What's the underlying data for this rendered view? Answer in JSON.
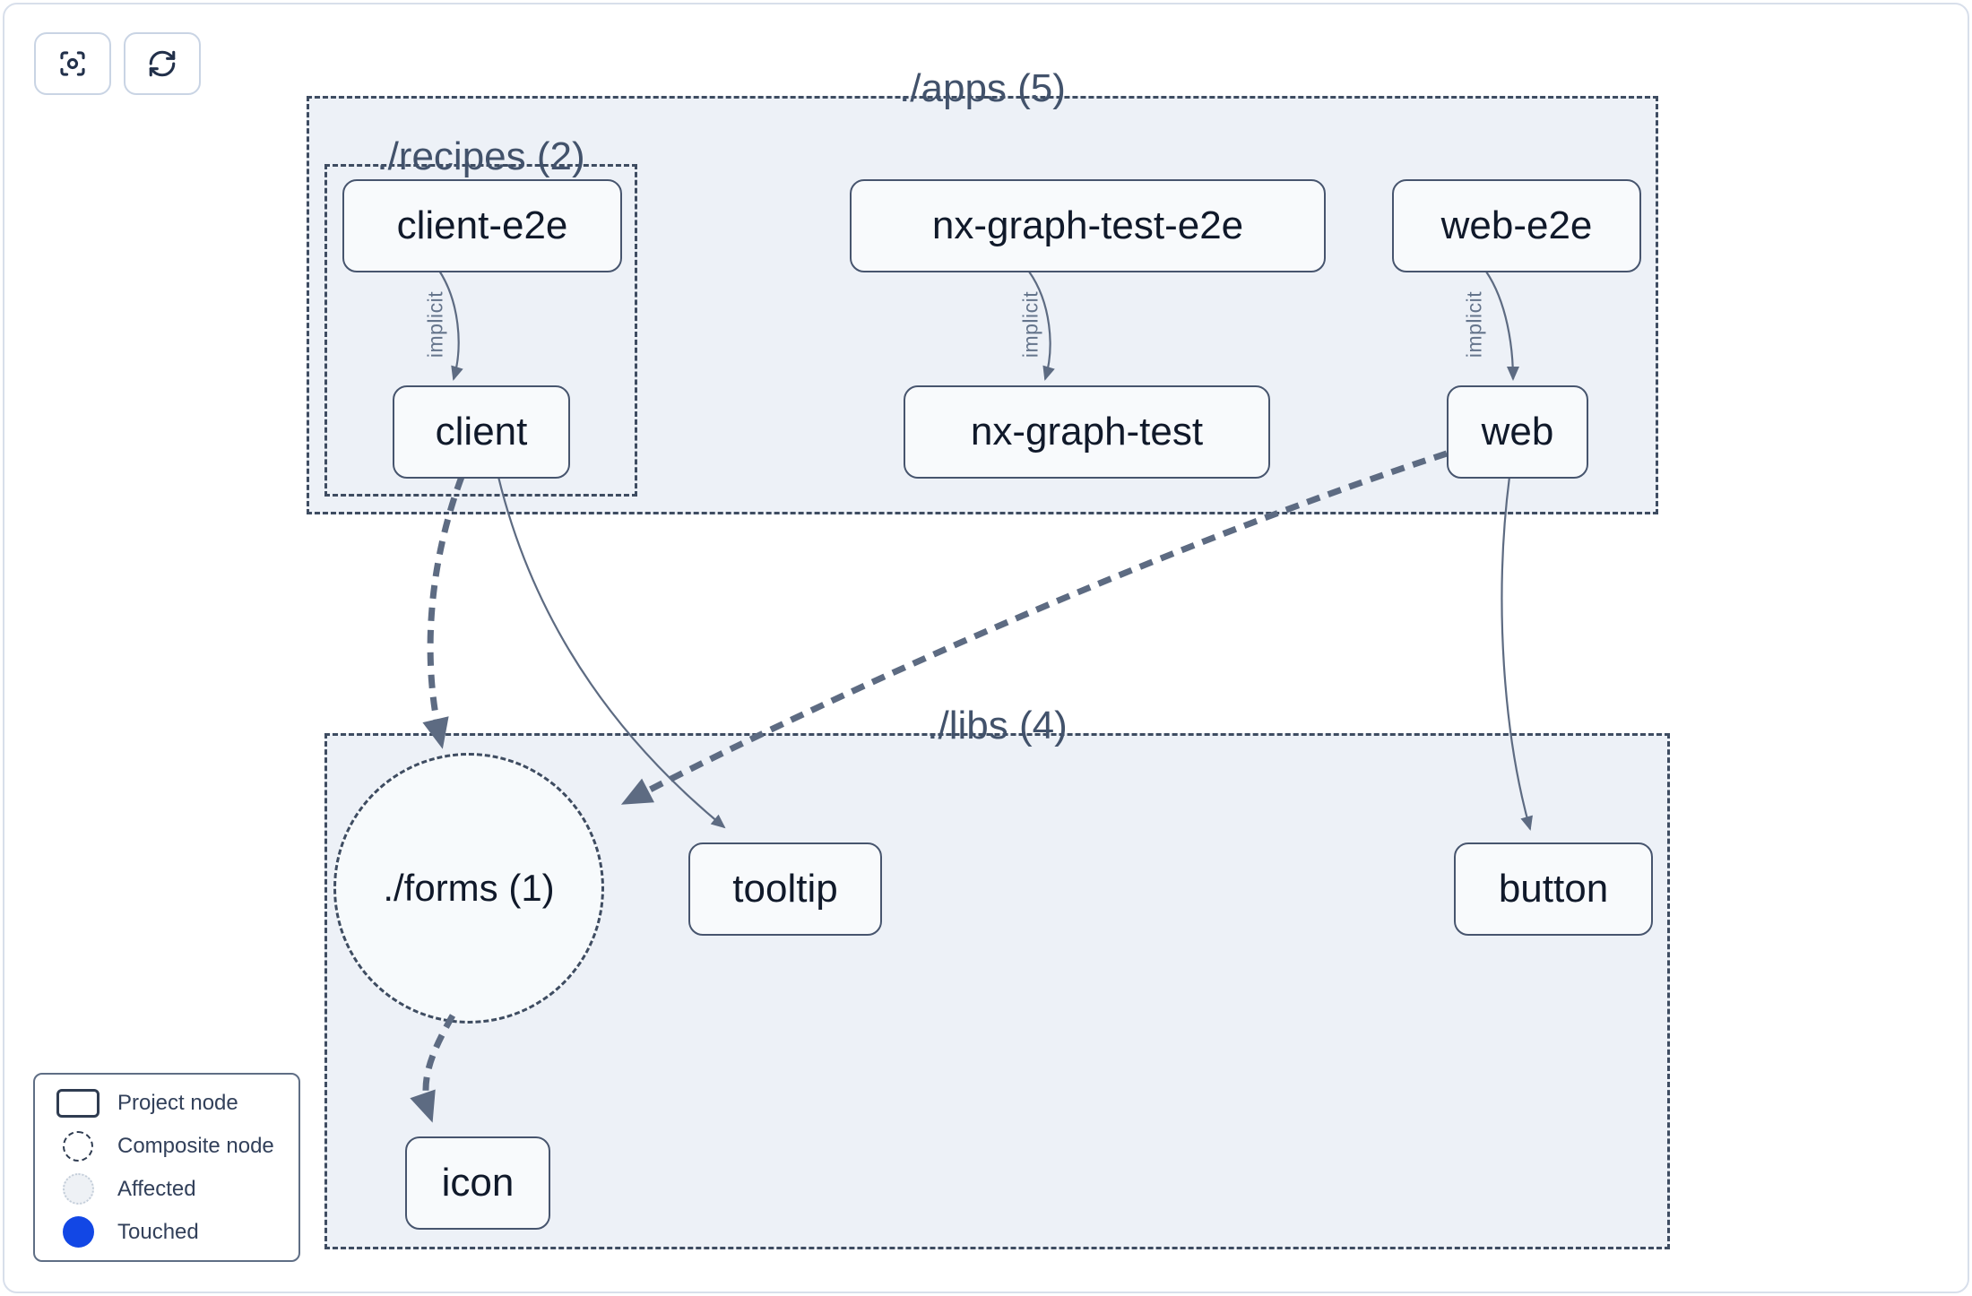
{
  "toolbar": {
    "focus_button": {
      "icon": "focus-icon"
    },
    "refresh_button": {
      "icon": "refresh-icon"
    }
  },
  "groups": {
    "apps": {
      "label": "./apps (5)"
    },
    "recipes": {
      "label": "./recipes (2)"
    },
    "libs": {
      "label": "./libs (4)"
    }
  },
  "composite_nodes": {
    "forms": {
      "label": "./forms (1)"
    }
  },
  "nodes": {
    "client_e2e": {
      "label": "client-e2e"
    },
    "client": {
      "label": "client"
    },
    "nx_graph_test_e2e": {
      "label": "nx-graph-test-e2e"
    },
    "nx_graph_test": {
      "label": "nx-graph-test"
    },
    "web_e2e": {
      "label": "web-e2e"
    },
    "web": {
      "label": "web"
    },
    "tooltip": {
      "label": "tooltip"
    },
    "button": {
      "label": "button"
    },
    "icon": {
      "label": "icon"
    }
  },
  "edges": {
    "client_e2e_to_client": {
      "from": "client-e2e",
      "to": "client",
      "label": "implicit"
    },
    "nx_graph_test_e2e_to_nx_graph_test": {
      "from": "nx-graph-test-e2e",
      "to": "nx-graph-test",
      "label": "implicit"
    },
    "web_e2e_to_web": {
      "from": "web-e2e",
      "to": "web",
      "label": "implicit"
    },
    "client_to_forms": {
      "from": "client",
      "to": "./forms (1)"
    },
    "client_to_tooltip": {
      "from": "client",
      "to": "tooltip"
    },
    "web_to_forms": {
      "from": "web",
      "to": "./forms (1)"
    },
    "web_to_button": {
      "from": "web",
      "to": "button"
    },
    "forms_to_icon": {
      "from": "./forms (1)",
      "to": "icon"
    }
  },
  "legend": {
    "items": [
      {
        "icon": "project-node-icon",
        "label": "Project node"
      },
      {
        "icon": "composite-node-icon",
        "label": "Composite node"
      },
      {
        "icon": "affected-icon",
        "label": "Affected"
      },
      {
        "icon": "touched-icon",
        "label": "Touched"
      }
    ]
  },
  "colors": {
    "group_fill": "#edf1f7",
    "node_fill": "#f8fafc",
    "border_slate": "#3e4c61",
    "edge": "#5d6b82",
    "touched_blue": "#1247e5"
  }
}
